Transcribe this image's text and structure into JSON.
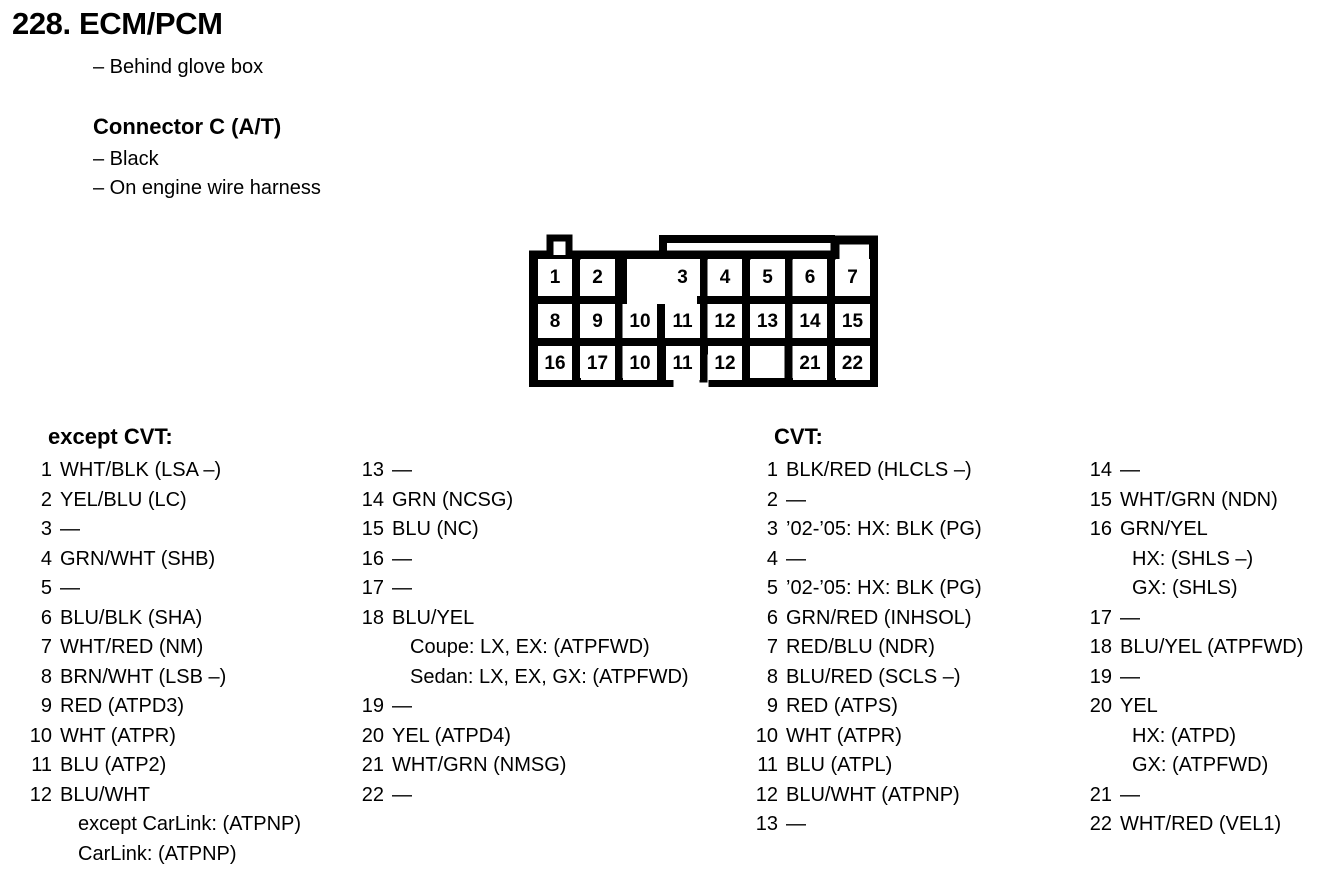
{
  "header": {
    "title": "228. ECM/PCM",
    "location_note": "– Behind glove box",
    "connector_title": "Connector C (A/T)",
    "connector_note_1": "– Black",
    "connector_note_2": "– On engine wire harness"
  },
  "connector": {
    "name": "connector-c-pin-diagram",
    "rows": [
      {
        "cells": [
          "1",
          "2",
          "",
          "3",
          "4",
          "5",
          "6",
          "7"
        ]
      },
      {
        "cells": [
          "8",
          "9",
          "10",
          "11",
          "12",
          "13",
          "14",
          "15"
        ]
      },
      {
        "cells": [
          "16",
          "17",
          "10",
          "11",
          "12",
          "",
          "21",
          "22"
        ]
      }
    ]
  },
  "lists": {
    "col1": {
      "heading": "except CVT:",
      "pins": [
        {
          "num": "1",
          "desc": "WHT/BLK (LSA –)"
        },
        {
          "num": "2",
          "desc": "YEL/BLU (LC)"
        },
        {
          "num": "3",
          "desc": "—"
        },
        {
          "num": "4",
          "desc": "GRN/WHT (SHB)"
        },
        {
          "num": "5",
          "desc": "—"
        },
        {
          "num": "6",
          "desc": "BLU/BLK (SHA)"
        },
        {
          "num": "7",
          "desc": "WHT/RED (NM)"
        },
        {
          "num": "8",
          "desc": "BRN/WHT (LSB –)"
        },
        {
          "num": "9",
          "desc": "RED (ATPD3)"
        },
        {
          "num": "10",
          "desc": "WHT (ATPR)"
        },
        {
          "num": "11",
          "desc": "BLU (ATP2)"
        },
        {
          "num": "12",
          "desc": "BLU/WHT",
          "subs": [
            "except CarLink: (ATPNP)",
            "CarLink: (ATPNP)"
          ]
        }
      ]
    },
    "col2": {
      "heading": "",
      "pins": [
        {
          "num": "13",
          "desc": "—"
        },
        {
          "num": "14",
          "desc": "GRN (NCSG)"
        },
        {
          "num": "15",
          "desc": "BLU (NC)"
        },
        {
          "num": "16",
          "desc": "—"
        },
        {
          "num": "17",
          "desc": "—"
        },
        {
          "num": "18",
          "desc": "BLU/YEL",
          "subs": [
            "Coupe: LX, EX: (ATPFWD)",
            "Sedan: LX, EX, GX: (ATPFWD)"
          ]
        },
        {
          "num": "19",
          "desc": "—"
        },
        {
          "num": "20",
          "desc": "YEL (ATPD4)"
        },
        {
          "num": "21",
          "desc": "WHT/GRN (NMSG)"
        },
        {
          "num": "22",
          "desc": "—"
        }
      ]
    },
    "col3": {
      "heading": "CVT:",
      "pins": [
        {
          "num": "1",
          "desc": "BLK/RED (HLCLS –)"
        },
        {
          "num": "2",
          "desc": "—"
        },
        {
          "num": "3",
          "desc": "’02-’05: HX: BLK (PG)"
        },
        {
          "num": "4",
          "desc": "—"
        },
        {
          "num": "5",
          "desc": "’02-’05: HX: BLK (PG)"
        },
        {
          "num": "6",
          "desc": "GRN/RED (INHSOL)"
        },
        {
          "num": "7",
          "desc": "RED/BLU (NDR)"
        },
        {
          "num": "8",
          "desc": "BLU/RED (SCLS –)"
        },
        {
          "num": "9",
          "desc": "RED (ATPS)"
        },
        {
          "num": "10",
          "desc": "WHT (ATPR)"
        },
        {
          "num": "11",
          "desc": "BLU (ATPL)"
        },
        {
          "num": "12",
          "desc": "BLU/WHT (ATPNP)"
        },
        {
          "num": "13",
          "desc": "—"
        }
      ]
    },
    "col4": {
      "heading": "",
      "pins": [
        {
          "num": "14",
          "desc": "—"
        },
        {
          "num": "15",
          "desc": "WHT/GRN (NDN)"
        },
        {
          "num": "16",
          "desc": "GRN/YEL",
          "subs": [
            "HX: (SHLS –)",
            "GX: (SHLS)"
          ]
        },
        {
          "num": "17",
          "desc": "—"
        },
        {
          "num": "18",
          "desc": "BLU/YEL (ATPFWD)"
        },
        {
          "num": "19",
          "desc": "—"
        },
        {
          "num": "20",
          "desc": "YEL",
          "subs": [
            "HX: (ATPD)",
            "GX: (ATPFWD)"
          ]
        },
        {
          "num": "21",
          "desc": "—"
        },
        {
          "num": "22",
          "desc": "WHT/RED (VEL1)"
        }
      ]
    }
  }
}
